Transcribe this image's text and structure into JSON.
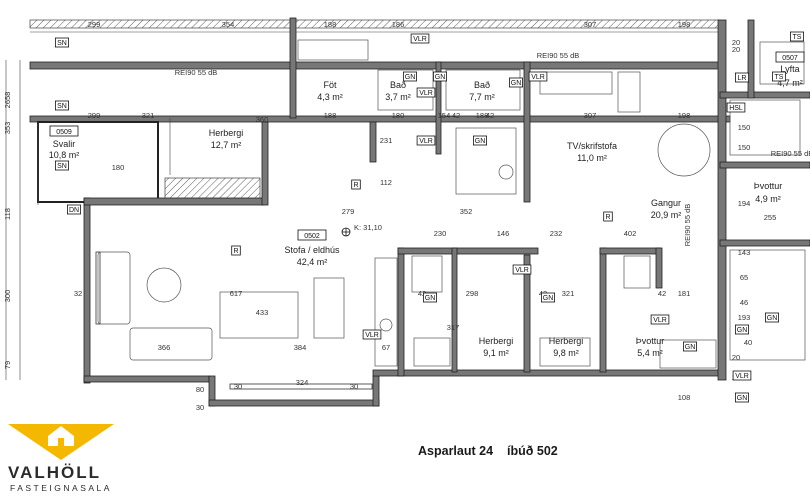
{
  "rooms": [
    {
      "name": "Svalir",
      "area": "10,8 m²",
      "num": "0509"
    },
    {
      "name": "Herbergi",
      "area": "12,7 m²"
    },
    {
      "name": "Föt",
      "area": "4,3 m²"
    },
    {
      "name": "Bað",
      "area": "3,7 m²"
    },
    {
      "name": "Bað",
      "area": "7,7 m²"
    },
    {
      "name": "TV/skrifstofa",
      "area": "11,0 m²"
    },
    {
      "name": "Gangur",
      "area": "20,9 m²"
    },
    {
      "name": "Stofa / eldhús",
      "area": "42,4 m²",
      "num": "0502"
    },
    {
      "name": "Herbergi",
      "area": "9,1 m²"
    },
    {
      "name": "Herbergi",
      "area": "9,8 m²"
    },
    {
      "name": "Þvottur",
      "area": "5,4 m²"
    },
    {
      "name": "Þvottur",
      "area": "4,9 m²"
    },
    {
      "name": "Lyfta",
      "area": "4,7 m²",
      "num": "0507"
    }
  ],
  "level_marker": "K: 31,10",
  "dimensions": [
    "299",
    "354",
    "188",
    "186",
    "307",
    "198",
    "20",
    "20",
    "299",
    "321",
    "188",
    "180",
    "154",
    "188",
    "307",
    "198",
    "180",
    "279",
    "352",
    "230",
    "146",
    "232",
    "402",
    "298",
    "321",
    "181",
    "317",
    "433",
    "617",
    "366",
    "384",
    "324",
    "67",
    "30",
    "30",
    "32",
    "42",
    "42",
    "42",
    "42",
    "112",
    "231",
    "360",
    "150",
    "150",
    "40",
    "42",
    "108",
    "80",
    "30",
    "20",
    "20",
    "255",
    "194",
    "143",
    "193",
    "65",
    "46",
    "2658",
    "353",
    "118",
    "300",
    "79"
  ],
  "wall_labels": [
    "REI90 55 dB",
    "REI90 55 dB",
    "REI90 55 dB",
    "REI90 55 dB"
  ],
  "fixture_tags": [
    "SN",
    "SN",
    "SN",
    "DN",
    "VLR",
    "VLR",
    "GN",
    "GN",
    "VLR",
    "GN",
    "VLR",
    "GN",
    "R",
    "R",
    "R",
    "LR",
    "HSL",
    "TS",
    "TS",
    "VLR",
    "VLR",
    "GN",
    "GN",
    "VLR",
    "GN",
    "GN",
    "VLR",
    "GN",
    "GN"
  ],
  "logo": {
    "name": "VALHÖLL",
    "subtitle": "FASTEIGNASALA",
    "brand_color": "#f5b800"
  },
  "address": {
    "street": "Asparlaut 24",
    "unit": "íbúð 502"
  }
}
